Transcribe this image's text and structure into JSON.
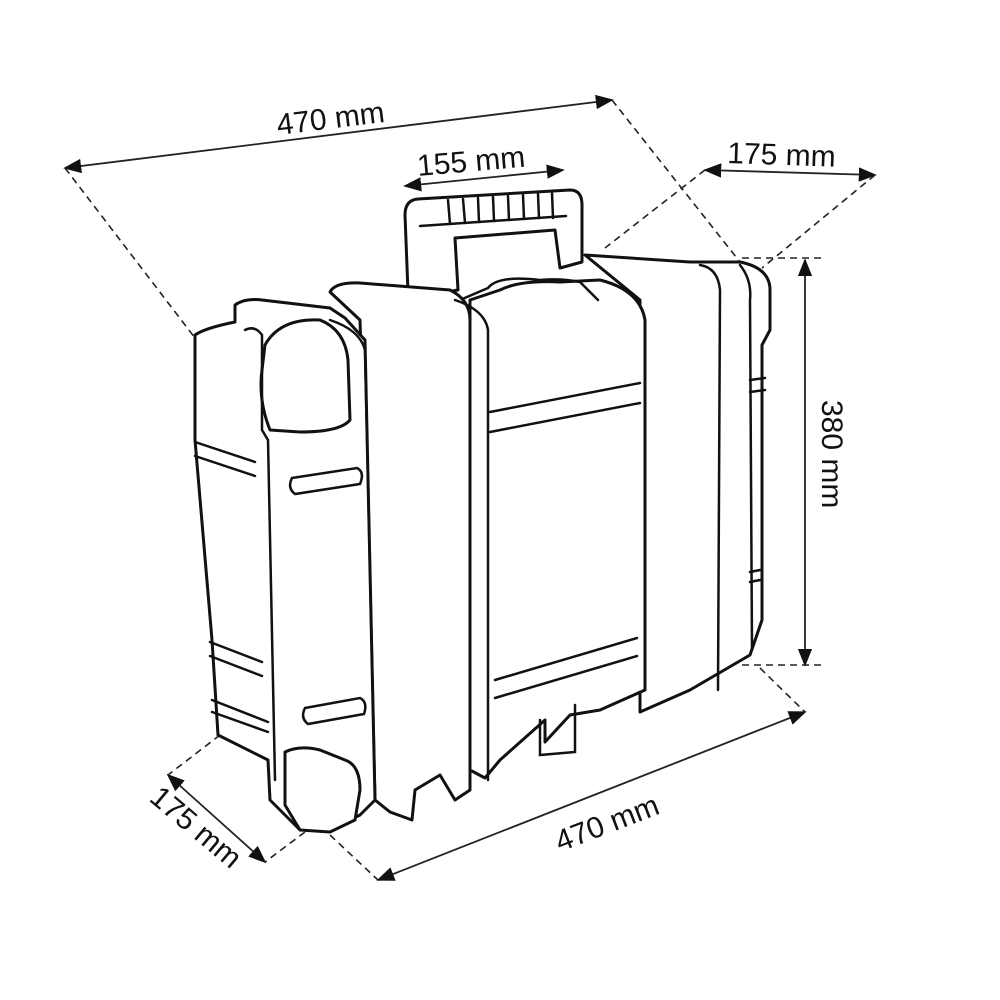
{
  "dimensions": {
    "overall_length_top": "470 mm",
    "handle_width": "155 mm",
    "depth_top": "175 mm",
    "height": "380 mm",
    "length_bottom": "470 mm",
    "depth_bottom": "175 mm"
  },
  "colors": {
    "line": "#111111",
    "background": "#ffffff"
  }
}
